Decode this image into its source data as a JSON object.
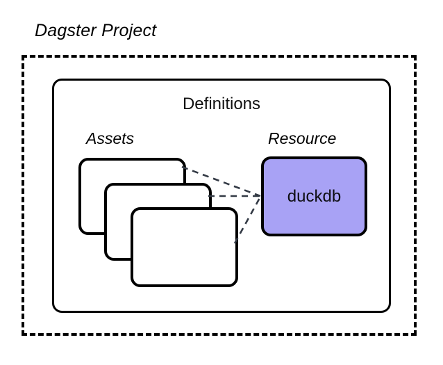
{
  "diagram": {
    "title": "Dagster Project",
    "container": {
      "label": "Definitions"
    },
    "groups": [
      {
        "id": "assets",
        "label": "Assets"
      },
      {
        "id": "resource",
        "label": "Resource"
      }
    ],
    "assets": {
      "label": "Assets",
      "cards": [
        {
          "id": "asset-card-1",
          "label": ""
        },
        {
          "id": "asset-card-2",
          "label": ""
        },
        {
          "id": "asset-card-3",
          "label": ""
        }
      ]
    },
    "resource": {
      "label": "Resource",
      "name": "duckdb",
      "fill_color": "#a8a2f5",
      "stroke_color": "#000000"
    },
    "connections": [
      {
        "from": "asset-card-1",
        "to": "duckdb",
        "style": "dashed"
      },
      {
        "from": "asset-card-2",
        "to": "duckdb",
        "style": "dashed"
      },
      {
        "from": "asset-card-3",
        "to": "duckdb",
        "style": "dashed"
      }
    ],
    "colors": {
      "background": "#ffffff",
      "stroke": "#000000",
      "connector": "#333a45",
      "resource_fill": "#a8a2f5"
    }
  }
}
